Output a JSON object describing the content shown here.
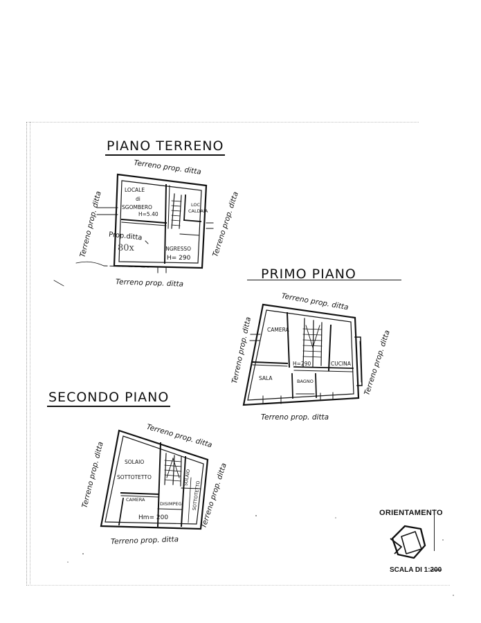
{
  "titles": {
    "piano_terreno": "PIANO TERRENO",
    "primo_piano": "PRIMO PIANO",
    "secondo_piano": "SECONDO PIANO"
  },
  "piano_terreno": {
    "ext_top": "Terreno prop. ditta",
    "ext_left": "Terreno prop. ditta",
    "ext_right": "Terreno prop. ditta",
    "ext_bottom": "Terreno prop. ditta",
    "locale_line1": "LOCALE",
    "locale_line2": "di",
    "locale_line3": "SGOMBERO",
    "locale_height": "H=5.40",
    "loc_caldaia_1": "LOC.",
    "loc_caldaia_2": "CALDAIA",
    "prop_ditta": "Prop.ditta",
    "handwritten": "80x",
    "ingresso": "INGRESSO",
    "ingresso_height": "H= 290"
  },
  "primo_piano": {
    "ext_top": "Terreno prop. ditta",
    "ext_left": "Terreno prop. ditta",
    "ext_right": "Terreno prop. ditta",
    "ext_bottom": "Terreno prop. ditta",
    "camera": "CAMERA",
    "height": "H=290",
    "cucina": "CUCINA",
    "sala": "SALA",
    "bagno": "BAGNO"
  },
  "secondo_piano": {
    "ext_top": "Terreno prop. ditta",
    "ext_left": "Terreno prop. ditta",
    "ext_right": "Terreno prop. ditta",
    "ext_bottom": "Terreno prop. ditta",
    "solaio": "SOLAIO",
    "sottotetto": "SOTTOTETTO",
    "solaio_right": "SOLAIO",
    "sottotetto_right": "SOTTOTETTO",
    "camera": "CAMERA",
    "disimpegno": "DISIMPEG",
    "height": "Hm= 200"
  },
  "legend": {
    "orientamento": "ORIENTAMENTO",
    "scala_prefix": "SCALA DI 1:",
    "scala_value": "200"
  },
  "colors": {
    "ink": "#111111",
    "paper": "#ffffff",
    "scan_noise": "#9a9a9a"
  }
}
